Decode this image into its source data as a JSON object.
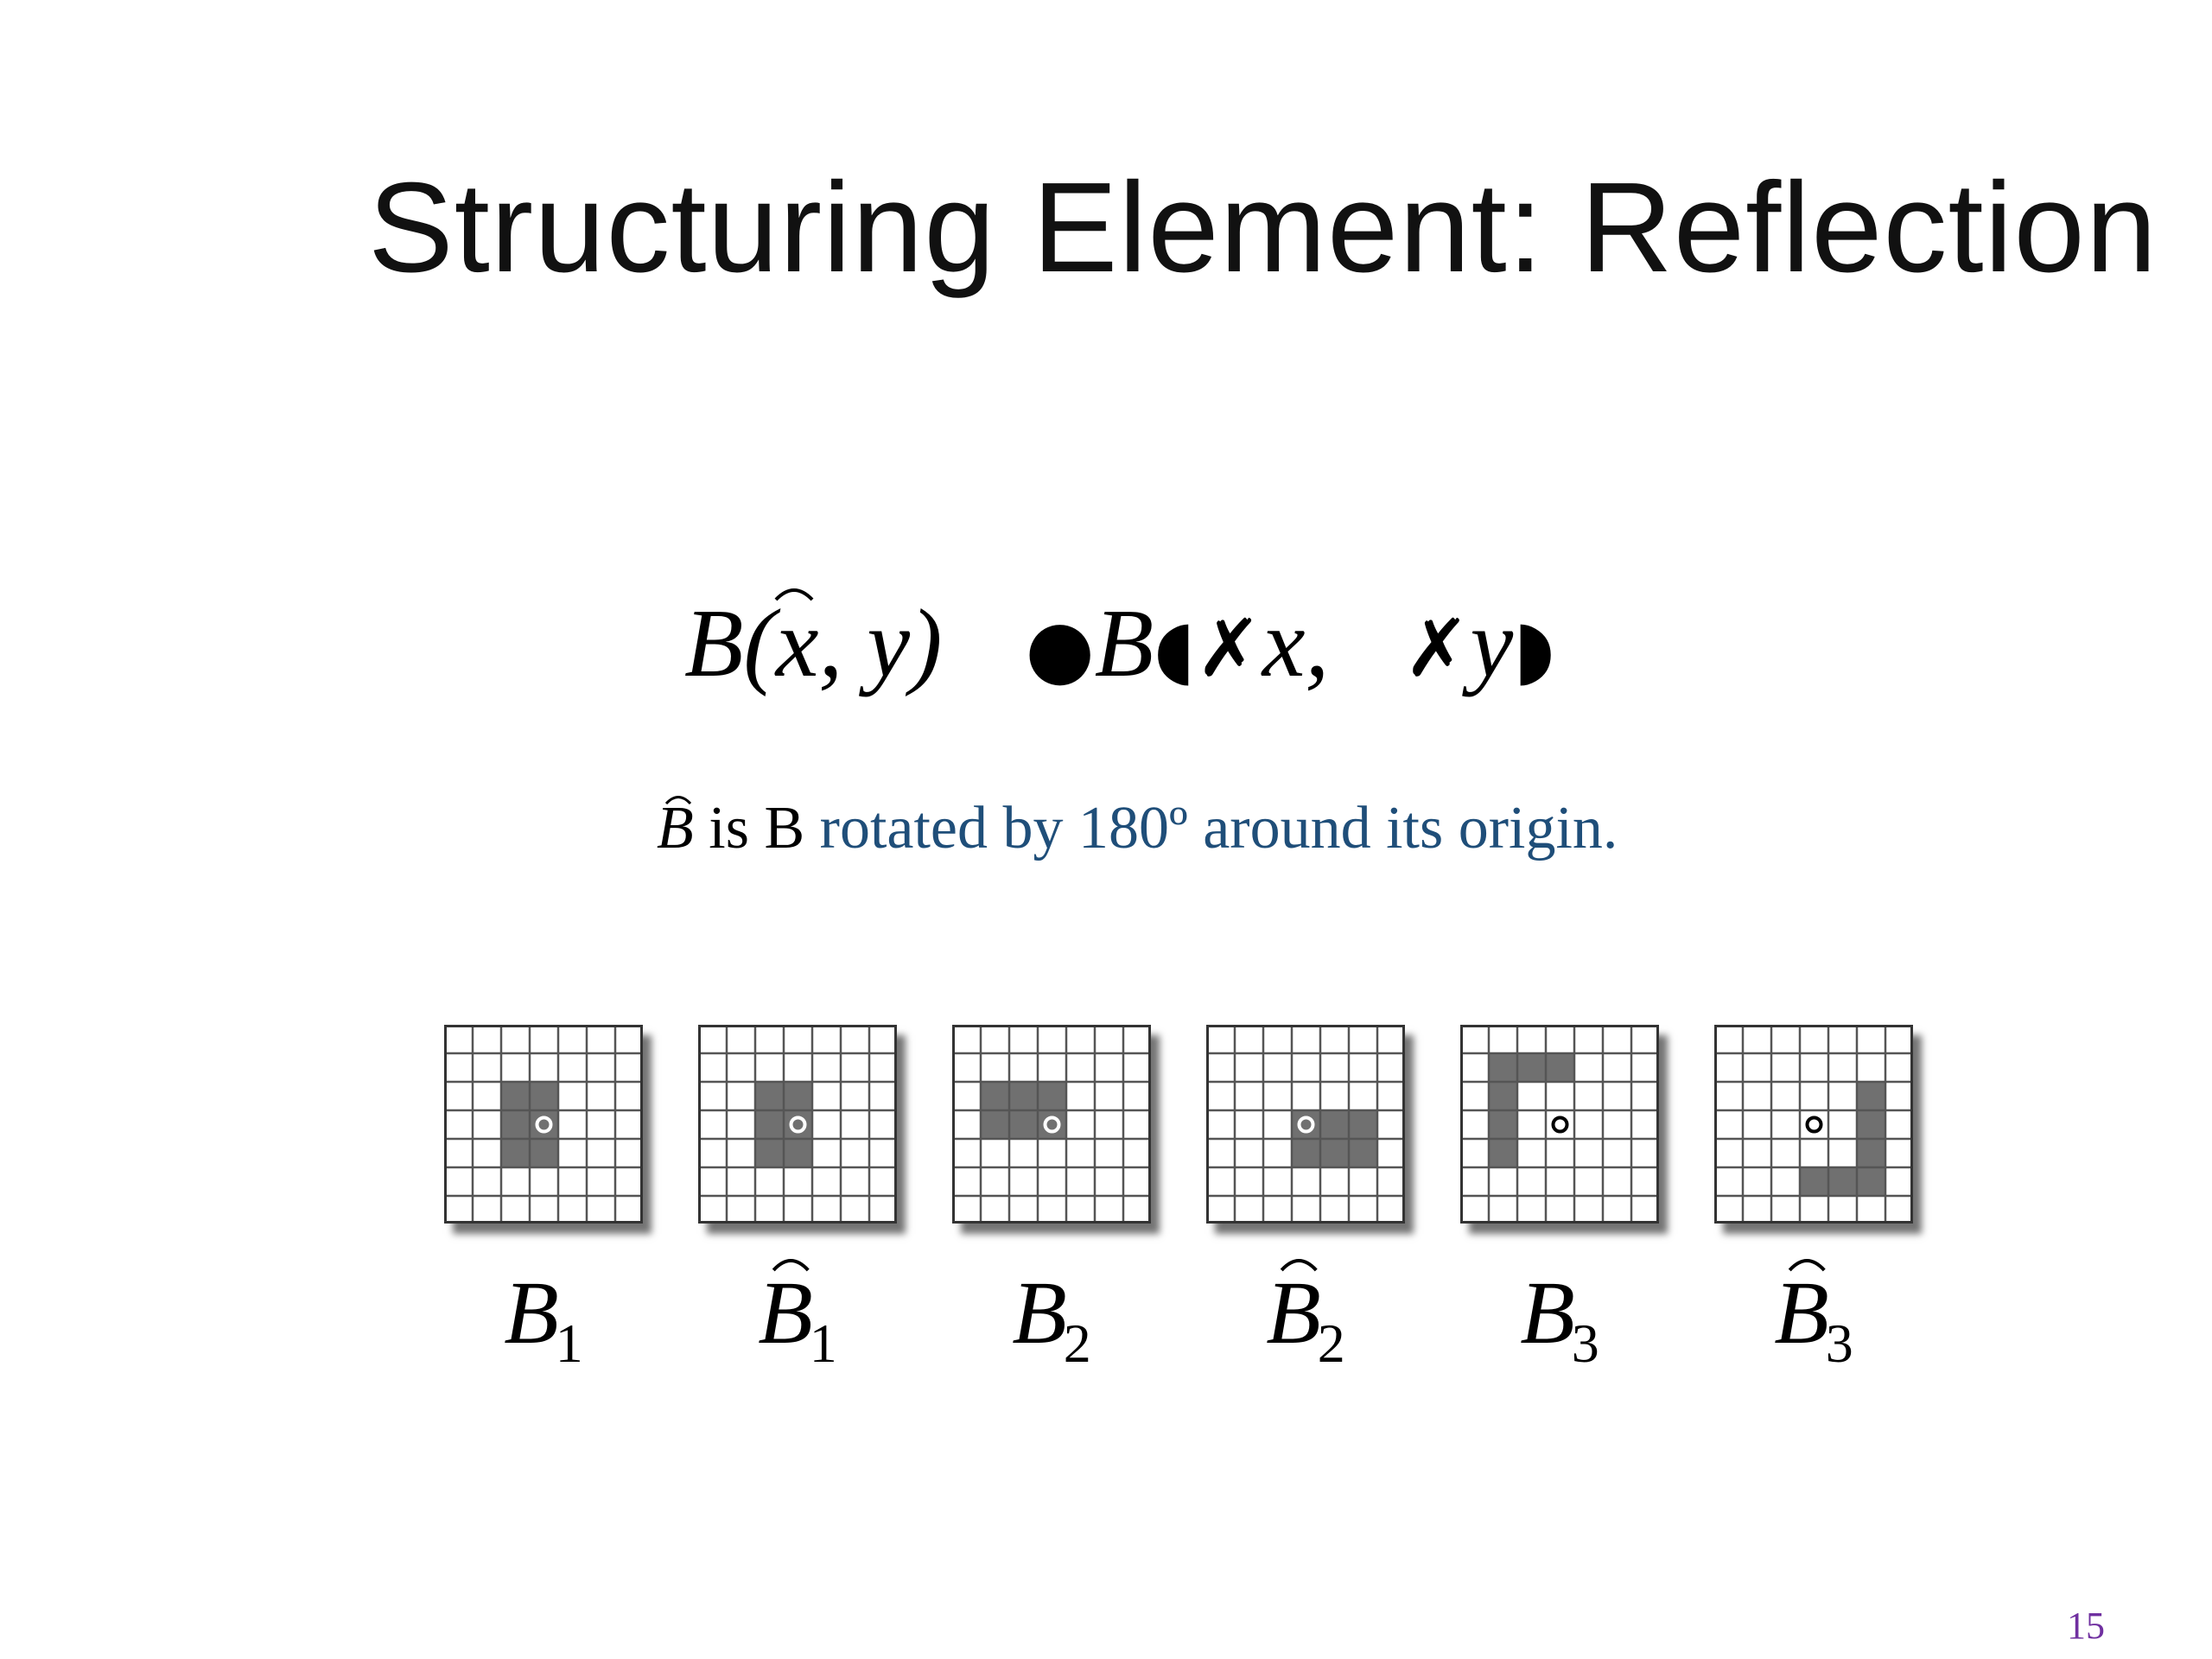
{
  "slide": {
    "title": "Structuring Element: Reflection",
    "formula": {
      "lhs": "B(x, y)",
      "rhs_glyph_1": "●",
      "rhs_B": "B",
      "rhs_glyph_2": "◖✗",
      "rhs_x": "x,",
      "rhs_glyph_3": "✗",
      "rhs_y": "y",
      "rhs_glyph_4": "◗"
    },
    "caption": {
      "symbol": "B",
      "prefix": "is B",
      "highlight": "rotated by 180º around its origin."
    },
    "panels": [
      {
        "label": "B",
        "subscript": "1",
        "hat": false
      },
      {
        "label": "B",
        "subscript": "1",
        "hat": true
      },
      {
        "label": "B",
        "subscript": "2",
        "hat": false
      },
      {
        "label": "B",
        "subscript": "2",
        "hat": true
      },
      {
        "label": "B",
        "subscript": "3",
        "hat": false
      },
      {
        "label": "B",
        "subscript": "3",
        "hat": true
      }
    ],
    "page_number": "15"
  },
  "colors": {
    "title": "#111111",
    "caption_highlight": "#1f4e79",
    "grid_fill": "#707070",
    "page_number": "#7030a0"
  }
}
